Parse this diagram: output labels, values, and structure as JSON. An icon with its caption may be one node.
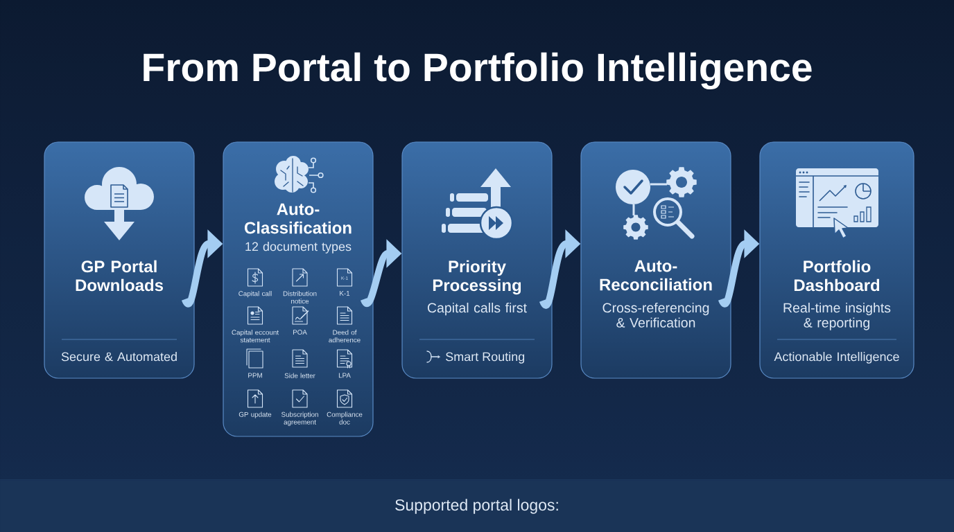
{
  "diagram": {
    "title": "From Portal to Portfolio Intelligence",
    "nodes": [
      {
        "text": [
          "GP Portal Downloads",
          "Secure & Automated"
        ]
      },
      {
        "text": [
          "Auto-Classification",
          "12 document types"
        ]
      },
      {
        "text": [
          "Priority Processing",
          "Capital calls first",
          "Smart Routing"
        ]
      },
      {
        "text": [
          "Auto-Reconciliation",
          "Cross-referencing & Verification"
        ]
      },
      {
        "text": [
          "Portfolio Dashboard",
          "Real-time insights & reporting",
          "Actionable Intelligence"
        ]
      },
      {
        "text": [
          "Supported portal logos:"
        ]
      }
    ],
    "edges": [
      {
        "from": 0,
        "to": 1,
        "arrow": "to"
      },
      {
        "from": 1,
        "to": 2,
        "arrow": "to"
      },
      {
        "from": 2,
        "to": 3,
        "arrow": "to"
      },
      {
        "from": 3,
        "to": 4,
        "arrow": "to"
      }
    ],
    "labels": [
      "K-1",
      "Capital call",
      "Distribution notice",
      "K-1",
      "Capital eccount statement",
      "POA",
      "Deed of adherence",
      "PPM",
      "Side letter",
      "LPA",
      "GP update",
      "Subscription agreement",
      "Compliance doc"
    ]
  }
}
